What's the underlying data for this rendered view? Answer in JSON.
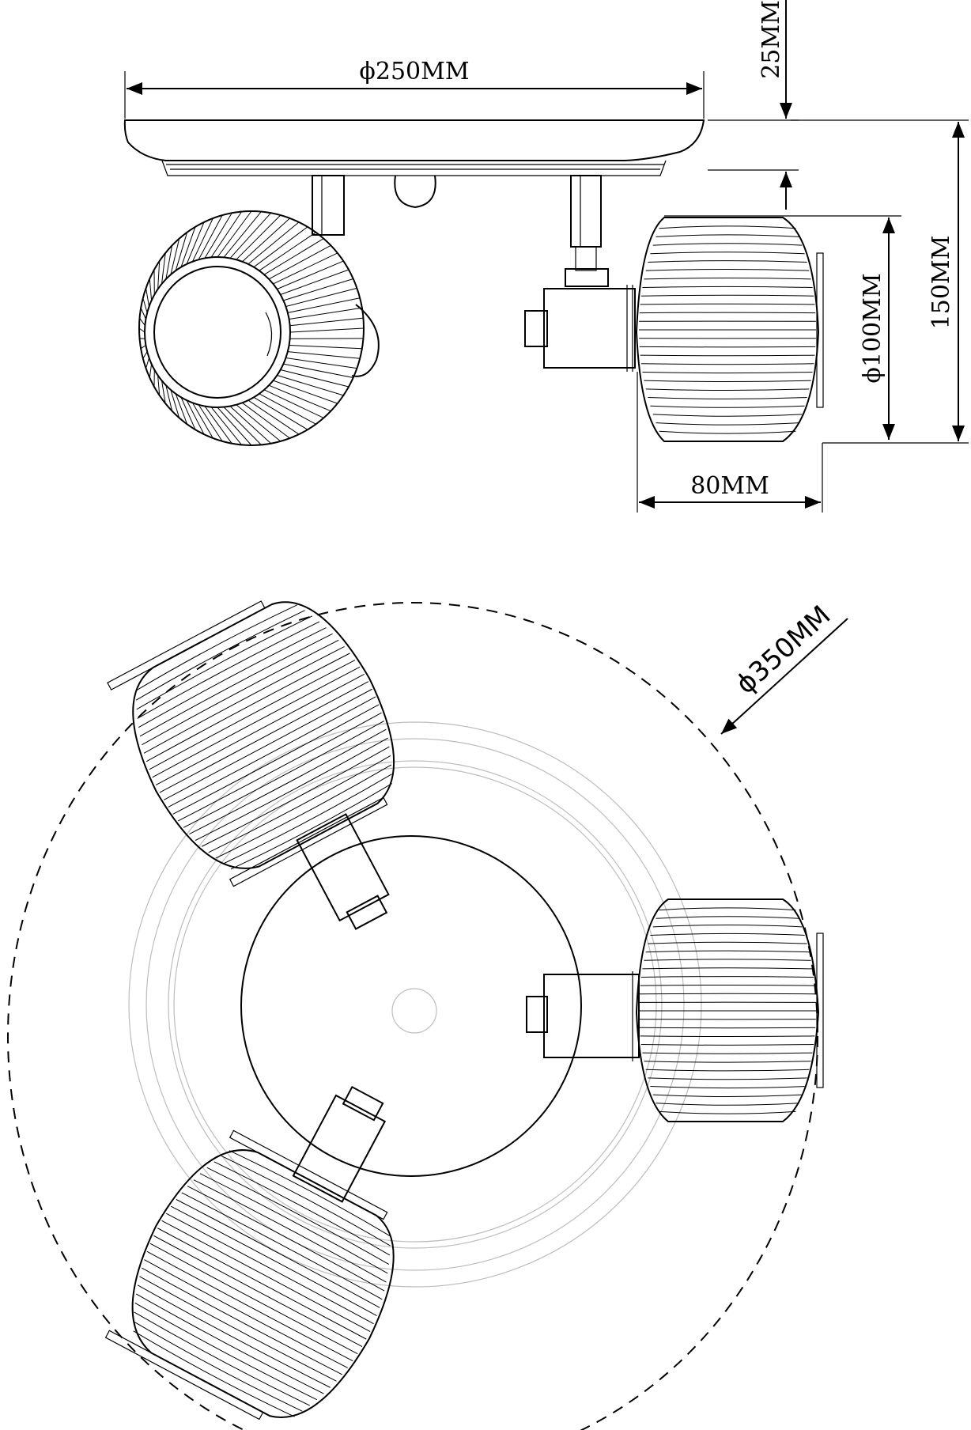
{
  "dimensions": {
    "plate_diameter": "ϕ250MM",
    "plate_height": "25MM",
    "total_height": "150MM",
    "shade_diameter": "ϕ100MM",
    "shade_depth": "80MM",
    "span_diameter": "ϕ350MM"
  },
  "colors": {
    "ink": "#000000",
    "faint": "#bdbdbd",
    "paper": "#ffffff"
  }
}
